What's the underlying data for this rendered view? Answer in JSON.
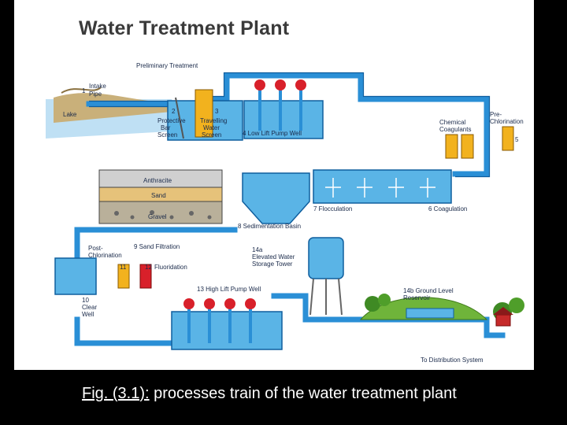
{
  "title": "Water Treatment Plant",
  "caption": {
    "figure_ref": "Fig. (3.1):",
    "text": " processes train  of  the water treatment plant"
  },
  "labels": {
    "preliminary_treatment": "Preliminary Treatment",
    "intake_num": "1",
    "intake_text": "Intake",
    "intake_text2": "Pipe",
    "lake": "Lake",
    "screen_num": "2",
    "screen_l1": "Protective",
    "screen_l2": "Bar",
    "screen_l3": "Screen",
    "travel_num": "3",
    "travel_l1": "Travelling",
    "travel_l2": "Water",
    "travel_l3": "Screen",
    "low_lift": "4 Low Lift Pump Well",
    "chemical_l1": "Chemical",
    "chemical_l2": "Coagulants",
    "prechlor_l1": "Pre-",
    "prechlor_l2": "Chlorination",
    "prechlor_num": "5",
    "anthracite": "Anthracite",
    "sand": "Sand",
    "gravel": "Gravel",
    "flocculation": "7 Flocculation",
    "coagulation": "6 Coagulation",
    "sedimentation": "8 Sedimentation Basin",
    "sand_filtration": "9 Sand Filtration",
    "postchlor_l1": "Post-",
    "postchlor_l2": "Chlorination",
    "post_num": "11",
    "fluor_num": "12",
    "fluoridation": "Fluoridation",
    "elevated_l1": "14a",
    "elevated_l2": "Elevated Water",
    "elevated_l3": "Storage Tower",
    "clearwell_l1": "10",
    "clearwell_l2": "Clear",
    "clearwell_l3": "Well",
    "high_lift": "13 High Lift Pump Well",
    "ground_l1": "14b Ground Level",
    "ground_l2": "Reservoir",
    "distribution": "To Distribution System"
  },
  "colors": {
    "water": "#5ab4e6",
    "pipe": "#2a8fd6",
    "pipe_stroke": "#0f5e9e",
    "pump": "#d8202a",
    "chemical": "#f2b21e",
    "grass": "#6fb43a",
    "sand": "#e6c27a",
    "caption_text": "#ffffff",
    "background": "#000000"
  }
}
